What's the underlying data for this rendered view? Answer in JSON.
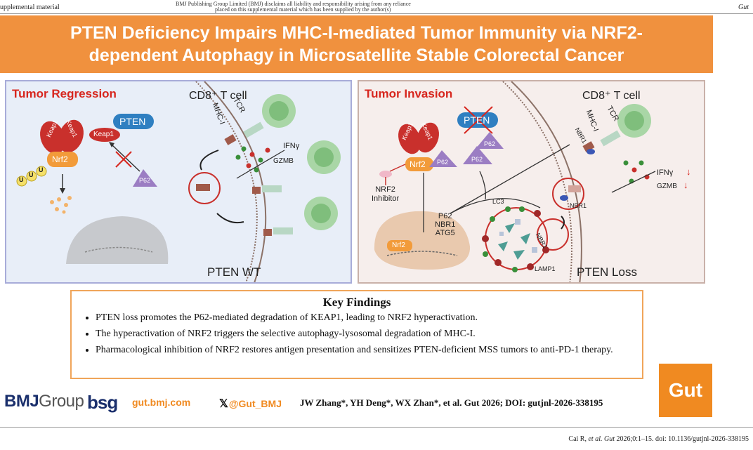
{
  "header": {
    "left": "upplemental material",
    "center_line1": "BMJ Publishing Group Limited (BMJ) disclaims all liability and responsibility arising from any reliance",
    "center_line2": "placed on this supplemental material which has been supplied by the author(s)",
    "right": "Gut"
  },
  "title": {
    "line1": "PTEN Deficiency Impairs MHC-I-mediated Tumor Immunity via NRF2-",
    "line2": "dependent Autophagy in Microsatellite Stable Colorectal Cancer"
  },
  "left_panel": {
    "title": "Tumor Regression",
    "cd8": "CD8⁺ T cell",
    "keap1_a": "Keap1",
    "keap1_b": "Keap1",
    "nrf2": "Nrf2",
    "ub": "U",
    "pten": "PTEN",
    "keap1_c": "Keap1",
    "p62": "P62",
    "tcr": "TCR",
    "mhc": "MHC-I",
    "ifn": "IFNγ",
    "gzmb": "GZMB",
    "status": "PTEN WT"
  },
  "right_panel": {
    "title": "Tumor Invasion",
    "cd8": "CD8⁺ T cell",
    "pten": "PTEN",
    "keap1_a": "Keap1",
    "keap1_b": "Keap1",
    "nrf2": "Nrf2",
    "p62_a": "P62",
    "p62_b": "P62",
    "p62_c": "P62",
    "inhibitor_1": "NRF2",
    "inhibitor_2": "Inhibitor",
    "genes_1": "P62",
    "genes_2": "NBR1",
    "genes_3": "ATG5",
    "nrf2_nuc": "Nrf2",
    "nbr1_a": "NBR1",
    "nbr1_b": "NBR1",
    "nbr1_c": "NBR1",
    "tcr": "TCR",
    "mhc": "MHC-I",
    "ifn": "IFNγ",
    "gzmb": "GZMB",
    "lc3": "LC3",
    "lamp1": "LAMP1",
    "status": "PTEN Loss"
  },
  "findings": {
    "heading": "Key Findings",
    "items": [
      "PTEN loss promotes the P62-mediated degradation of KEAP1, leading to NRF2 hyperactivation.",
      "The hyperactivation of NRF2 triggers the selective autophagy-lysosomal degradation of MHC-I.",
      "Pharmacological inhibition of NRF2 restores antigen presentation and sensitizes PTEN-deficient MSS tumors to anti-PD-1 therapy."
    ]
  },
  "footer": {
    "bmj": "BMJ",
    "group": "Group",
    "bsg": "bsg",
    "site": "gut.bmj.com",
    "x_icon": "𝕏",
    "handle": "@Gut_BMJ",
    "citation": "JW Zhang*, YH Deng*, WX Zhan*, et al. Gut 2026; DOI: gutjnl-2026-338195",
    "logo": "Gut"
  },
  "page_footer": {
    "authors": "Cai R, ",
    "journal": "et al. Gut",
    "rest": " 2026;0:1–15. doi: 10.1136/gutjnl-2026-338195"
  },
  "colors": {
    "orange": "#f0913e",
    "red_title": "#d7261e",
    "navy": "#1a2f6c"
  }
}
